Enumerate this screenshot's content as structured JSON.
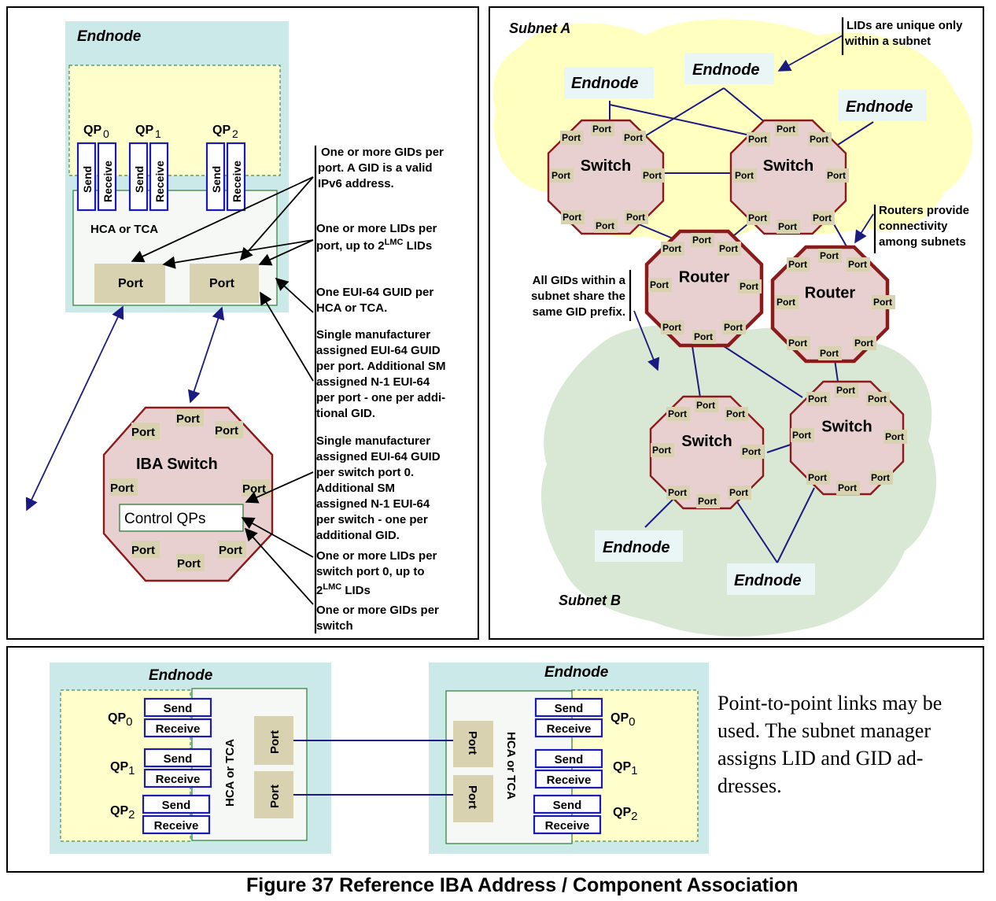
{
  "figure_caption": "Figure 37  Reference IBA Address / Component Association",
  "left_panel": {
    "endnode_title": "Endnode",
    "qp_labels": [
      "QP",
      "QP",
      "QP"
    ],
    "qp_subs": [
      "0",
      "1",
      "2"
    ],
    "send": "Send",
    "receive": "Receive",
    "hca_label": "HCA or TCA",
    "port": "Port",
    "switch_title": "IBA Switch",
    "control_qps": "Control QPs",
    "annotations": [
      [
        "One or more GIDs per",
        "port. A GID is a valid",
        "IPv6 address."
      ],
      [
        "One or more LIDs per",
        "port, up to 2",
        "LMC",
        " LIDs"
      ],
      [
        "One EUI-64 GUID per",
        "HCA or TCA."
      ],
      [
        "Single manufacturer",
        "assigned EUI-64 GUID",
        "per port. Additional SM",
        "assigned N-1 EUI-64",
        "per port - one per addi-",
        "tional GID."
      ],
      [
        "Single manufacturer",
        "assigned EUI-64 GUID",
        "per switch port 0.",
        "Additional SM",
        "assigned N-1 EUI-64",
        "per switch - one per",
        "additional GID."
      ],
      [
        "One or more LIDs per",
        "switch port 0, up to",
        "2",
        "LMC",
        " LIDs"
      ],
      [
        "One or more GIDs per",
        "switch"
      ]
    ]
  },
  "right_panel": {
    "subnet_a": "Subnet A",
    "subnet_b": "Subnet B",
    "endnode": "Endnode",
    "switch": "Switch",
    "router": "Router",
    "port": "Port",
    "note_lids": [
      "LIDs are unique only",
      "within a subnet"
    ],
    "note_routers": [
      "Routers provide",
      "connectivity",
      "among subnets"
    ],
    "note_gids": [
      "All GIDs within a",
      "subnet share the",
      "same GID prefix."
    ]
  },
  "bottom_panel": {
    "endnode": "Endnode",
    "hca_label": "HCA or TCA",
    "port": "Port",
    "send": "Send",
    "receive": "Receive",
    "qp": "QP",
    "qp_subs": [
      "0",
      "1",
      "2"
    ],
    "text": [
      "Point-to-point links may be",
      "used. The subnet manager",
      "assigns LID and GID ad-",
      "dresses."
    ]
  }
}
